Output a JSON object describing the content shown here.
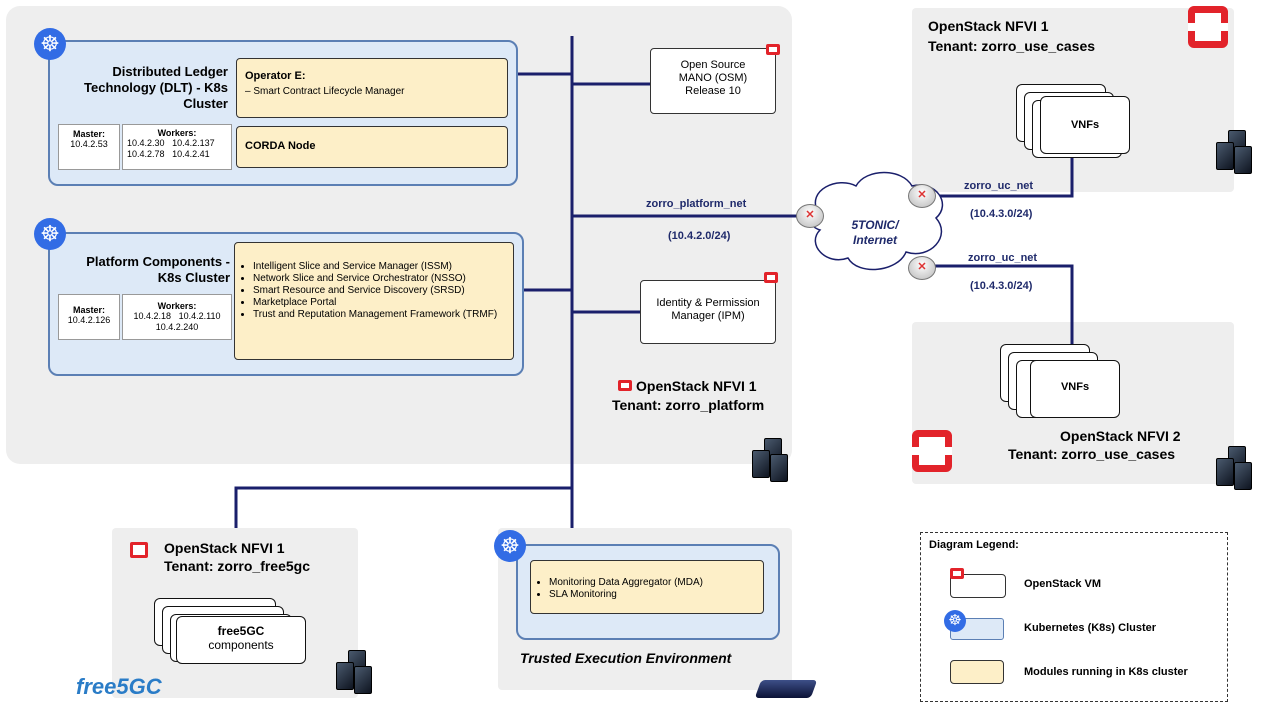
{
  "dlt": {
    "title": "Distributed Ledger Technology (DLT) - K8s Cluster",
    "master_label": "Master:",
    "master_ip": "10.4.2.53",
    "workers_label": "Workers:",
    "workers_ips": [
      "10.4.2.30",
      "10.4.2.137",
      "10.4.2.78",
      "10.4.2.41"
    ],
    "operator_title": "Operator E:",
    "operator_item": "– Smart Contract Lifecycle Manager",
    "corda": "CORDA Node"
  },
  "platform": {
    "title": "Platform Components - K8s Cluster",
    "master_label": "Master:",
    "master_ip": "10.4.2.126",
    "workers_label": "Workers:",
    "workers_ips": [
      "10.4.2.18",
      "10.4.2.110",
      "10.4.2.240"
    ],
    "modules": [
      "Intelligent Slice and Service Manager  (ISSM)",
      "Network Slice and Service Orchestrator (NSSO)",
      "Smart Resource and Service Discovery (SRSD)",
      "Marketplace Portal",
      "Trust and Reputation Management Framework (TRMF)"
    ]
  },
  "osm": "Open Source MANO (OSM) Release 10",
  "ipm": "Identity & Permission Manager (IPM)",
  "platform_nfvi": {
    "line1": "OpenStack NFVI 1",
    "line2": "Tenant: zorro_platform"
  },
  "platform_net": {
    "name": "zorro_platform_net",
    "subnet": "(10.4.2.0/24)"
  },
  "cloud_label": "5TONIC/ Internet",
  "uc_net_1": {
    "name": "zorro_uc_net",
    "subnet": "(10.4.3.0/24)"
  },
  "uc_net_2": {
    "name": "zorro_uc_net",
    "subnet": "(10.4.3.0/24)"
  },
  "nfvi1_uc": {
    "line1": "OpenStack NFVI 1",
    "line2": "Tenant: zorro_use_cases",
    "vnfs": "VNFs"
  },
  "nfvi2_uc": {
    "line1": "OpenStack NFVI 2",
    "line2": "Tenant: zorro_use_cases",
    "vnfs": "VNFs"
  },
  "free5gc_area": {
    "line1": "OpenStack NFVI 1",
    "line2": "Tenant: zorro_free5gc",
    "box_line1": "free5GC",
    "box_line2": "components",
    "logo": "free5GC"
  },
  "tee": {
    "modules": [
      "Monitoring Data Aggregator (MDA)",
      "SLA Monitoring"
    ],
    "label": "Trusted Execution Environment"
  },
  "legend": {
    "title": "Diagram Legend:",
    "items": [
      "OpenStack VM",
      "Kubernetes (K8s) Cluster",
      "Modules running in K8s cluster"
    ]
  },
  "colors": {
    "openstack_red": "#e2232a",
    "k8s_blue": "#326ce5",
    "network_line": "#1a1f6b",
    "module_fill": "#fdefc8",
    "cluster_fill": "#dde9f7"
  },
  "icons": [
    "kubernetes-icon",
    "openstack-icon",
    "server-rack-icon",
    "router-icon",
    "cloud-icon",
    "tee-device-icon"
  ]
}
